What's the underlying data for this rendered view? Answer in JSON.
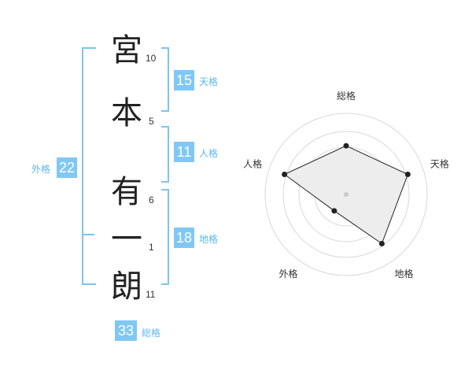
{
  "name": {
    "chars": [
      {
        "char": "宮",
        "strokes": "10"
      },
      {
        "char": "本",
        "strokes": "5"
      },
      {
        "char": "有",
        "strokes": "6"
      },
      {
        "char": "一",
        "strokes": "1"
      },
      {
        "char": "朗",
        "strokes": "11"
      }
    ]
  },
  "fortune": {
    "tenkaku": {
      "value": "15",
      "label": "天格"
    },
    "jinkaku": {
      "value": "11",
      "label": "人格"
    },
    "chikaku": {
      "value": "18",
      "label": "地格"
    },
    "gaikaku": {
      "value": "22",
      "label": "外格"
    },
    "soukaku": {
      "value": "33",
      "label": "総格"
    }
  },
  "radar": {
    "axes": [
      "総格",
      "天格",
      "地格",
      "外格",
      "人格"
    ],
    "values": [
      0.6,
      0.8,
      0.75,
      0.25,
      0.8
    ],
    "colors": {
      "fill": "#ededed",
      "ring": "#d8d8d8",
      "line": "#222222",
      "center": "#cccccc",
      "bracket": "#7cc4f0",
      "badge": "#80c8f4"
    }
  }
}
